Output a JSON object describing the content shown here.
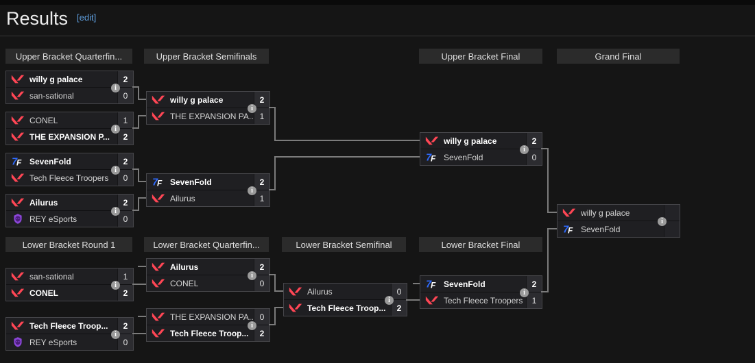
{
  "page": {
    "title": "Results",
    "edit_link": "[edit]"
  },
  "colors": {
    "background": "#151515",
    "panel": "#2b2b2b",
    "match_row": "#1f1f22",
    "valorant_red": "#ff4655",
    "sevenfold_blue": "#2f6bff",
    "rey_purple": "#8b46d8",
    "edit_link_blue": "#5f9fdf",
    "connector_gray": "#7b7b7b"
  },
  "round_headers": {
    "upper": [
      "Upper Bracket Quarterfin...",
      "Upper Bracket Semifinals",
      "Upper Bracket Final",
      "Grand Final"
    ],
    "lower": [
      "Lower Bracket Round 1",
      "Lower Bracket Quarterfin...",
      "Lower Bracket Semifinal",
      "Lower Bracket Final"
    ]
  },
  "matches": {
    "ubqf1": {
      "winner": "top",
      "top": {
        "name": "willy g palace",
        "score": "2",
        "icon": "valorant"
      },
      "bottom": {
        "name": "san-sational",
        "score": "0",
        "icon": "valorant"
      }
    },
    "ubqf2": {
      "winner": "bottom",
      "top": {
        "name": "CONEL",
        "score": "1",
        "icon": "valorant"
      },
      "bottom": {
        "name": "THE EXPANSION P...",
        "score": "2",
        "icon": "valorant"
      }
    },
    "ubqf3": {
      "winner": "top",
      "top": {
        "name": "SevenFold",
        "score": "2",
        "icon": "sevenfold"
      },
      "bottom": {
        "name": "Tech Fleece Troopers",
        "score": "0",
        "icon": "valorant"
      }
    },
    "ubqf4": {
      "winner": "top",
      "top": {
        "name": "Ailurus",
        "score": "2",
        "icon": "valorant"
      },
      "bottom": {
        "name": "REY eSports",
        "score": "0",
        "icon": "rey"
      }
    },
    "ubsf1": {
      "winner": "top",
      "top": {
        "name": "willy g palace",
        "score": "2",
        "icon": "valorant"
      },
      "bottom": {
        "name": "THE EXPANSION PA...",
        "score": "1",
        "icon": "valorant"
      }
    },
    "ubsf2": {
      "winner": "top",
      "top": {
        "name": "SevenFold",
        "score": "2",
        "icon": "sevenfold"
      },
      "bottom": {
        "name": "Ailurus",
        "score": "1",
        "icon": "valorant"
      }
    },
    "ubf": {
      "winner": "top",
      "top": {
        "name": "willy g palace",
        "score": "2",
        "icon": "valorant"
      },
      "bottom": {
        "name": "SevenFold",
        "score": "0",
        "icon": "sevenfold"
      }
    },
    "gf": {
      "winner": "",
      "top": {
        "name": "willy g palace",
        "score": "",
        "icon": "valorant"
      },
      "bottom": {
        "name": "SevenFold",
        "score": "",
        "icon": "sevenfold"
      }
    },
    "lbr1a": {
      "winner": "bottom",
      "top": {
        "name": "san-sational",
        "score": "1",
        "icon": "valorant"
      },
      "bottom": {
        "name": "CONEL",
        "score": "2",
        "icon": "valorant"
      }
    },
    "lbr1b": {
      "winner": "top",
      "top": {
        "name": "Tech Fleece Troop...",
        "score": "2",
        "icon": "valorant"
      },
      "bottom": {
        "name": "REY eSports",
        "score": "0",
        "icon": "rey"
      }
    },
    "lbqf1": {
      "winner": "top",
      "top": {
        "name": "Ailurus",
        "score": "2",
        "icon": "valorant"
      },
      "bottom": {
        "name": "CONEL",
        "score": "0",
        "icon": "valorant"
      }
    },
    "lbqf2": {
      "winner": "bottom",
      "top": {
        "name": "THE EXPANSION PA...",
        "score": "0",
        "icon": "valorant"
      },
      "bottom": {
        "name": "Tech Fleece Troop...",
        "score": "2",
        "icon": "valorant"
      }
    },
    "lbsf": {
      "winner": "bottom",
      "top": {
        "name": "Ailurus",
        "score": "0",
        "icon": "valorant"
      },
      "bottom": {
        "name": "Tech Fleece Troop...",
        "score": "2",
        "icon": "valorant"
      }
    },
    "lbf": {
      "winner": "top",
      "top": {
        "name": "SevenFold",
        "score": "2",
        "icon": "sevenfold"
      },
      "bottom": {
        "name": "Tech Fleece Troopers",
        "score": "1",
        "icon": "valorant"
      }
    }
  }
}
